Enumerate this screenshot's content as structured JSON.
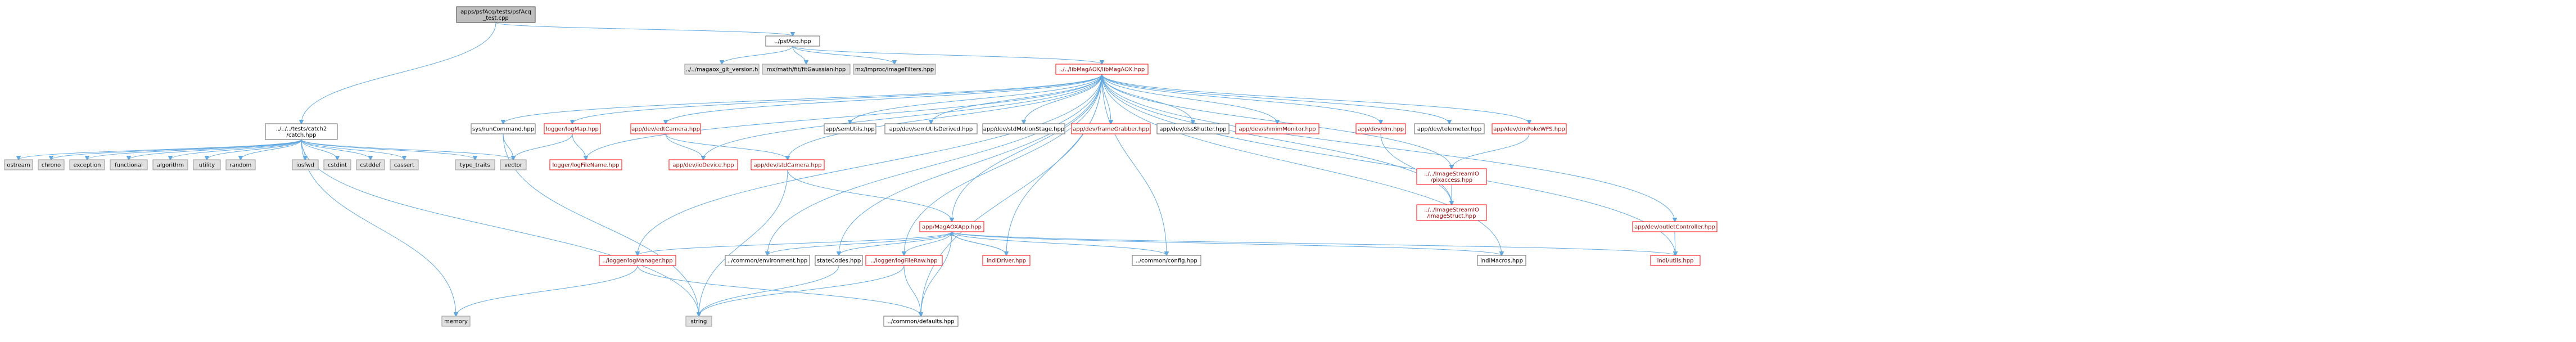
{
  "graph": {
    "colors": {
      "edge": "#63a9e0",
      "root_fill": "#bfbfbf",
      "root_border": "#404040",
      "normal_fill": "#ffffff",
      "normal_border": "#666666",
      "missing_fill": "#e0e0e0",
      "missing_border": "#999999",
      "broken_fill": "#ffffff",
      "broken_border": "#ff0000",
      "broken_text": "#990000",
      "text": "#000000"
    },
    "nodes": [
      {
        "id": "root",
        "lines": [
          "apps/psfAcq/tests/psfAcq",
          "_test.cpp"
        ],
        "kind": "root"
      },
      {
        "id": "psfacq",
        "lines": [
          "../psfAcq.hpp"
        ],
        "kind": "normal"
      },
      {
        "id": "catch",
        "lines": [
          "../../../tests/catch2",
          "/catch.hpp"
        ],
        "kind": "normal"
      },
      {
        "id": "git",
        "lines": [
          "../../magaox_git_version.h"
        ],
        "kind": "missing"
      },
      {
        "id": "fitgauss",
        "lines": [
          "mx/math/fit/fitGaussian.hpp"
        ],
        "kind": "missing"
      },
      {
        "id": "imfilt",
        "lines": [
          "mx/improc/imageFilters.hpp"
        ],
        "kind": "missing"
      },
      {
        "id": "libmag",
        "lines": [
          "../../libMagAOX/libMagAOX.hpp"
        ],
        "kind": "broken"
      },
      {
        "id": "ostream",
        "lines": [
          "ostream"
        ],
        "kind": "missing"
      },
      {
        "id": "chrono",
        "lines": [
          "chrono"
        ],
        "kind": "missing"
      },
      {
        "id": "exception",
        "lines": [
          "exception"
        ],
        "kind": "missing"
      },
      {
        "id": "functional",
        "lines": [
          "functional"
        ],
        "kind": "missing"
      },
      {
        "id": "algorithm",
        "lines": [
          "algorithm"
        ],
        "kind": "missing"
      },
      {
        "id": "utility",
        "lines": [
          "utility"
        ],
        "kind": "missing"
      },
      {
        "id": "random",
        "lines": [
          "random"
        ],
        "kind": "missing"
      },
      {
        "id": "iosfwd",
        "lines": [
          "iosfwd"
        ],
        "kind": "missing"
      },
      {
        "id": "cstdint",
        "lines": [
          "cstdint"
        ],
        "kind": "missing"
      },
      {
        "id": "cstddef",
        "lines": [
          "cstddef"
        ],
        "kind": "missing"
      },
      {
        "id": "cassert",
        "lines": [
          "cassert"
        ],
        "kind": "missing"
      },
      {
        "id": "typetraits",
        "lines": [
          "type_traits"
        ],
        "kind": "missing"
      },
      {
        "id": "vector",
        "lines": [
          "vector"
        ],
        "kind": "missing"
      },
      {
        "id": "memory",
        "lines": [
          "memory"
        ],
        "kind": "missing"
      },
      {
        "id": "string",
        "lines": [
          "string"
        ],
        "kind": "missing"
      },
      {
        "id": "syscmd",
        "lines": [
          "sys/runCommand.hpp"
        ],
        "kind": "normal"
      },
      {
        "id": "logmap",
        "lines": [
          "logger/logMap.hpp"
        ],
        "kind": "broken"
      },
      {
        "id": "logfilename",
        "lines": [
          "logger/logFileName.hpp"
        ],
        "kind": "broken"
      },
      {
        "id": "edtcam",
        "lines": [
          "app/dev/edtCamera.hpp"
        ],
        "kind": "broken"
      },
      {
        "id": "iodevice",
        "lines": [
          "app/dev/ioDevice.hpp"
        ],
        "kind": "broken"
      },
      {
        "id": "stdcamera",
        "lines": [
          "app/dev/stdCamera.hpp"
        ],
        "kind": "broken"
      },
      {
        "id": "semutils",
        "lines": [
          "app/semUtils.hpp"
        ],
        "kind": "normal"
      },
      {
        "id": "semderived",
        "lines": [
          "app/dev/semUtilsDerived.hpp"
        ],
        "kind": "normal"
      },
      {
        "id": "stdmotion",
        "lines": [
          "app/dev/stdMotionStage.hpp"
        ],
        "kind": "normal"
      },
      {
        "id": "framegrab",
        "lines": [
          "app/dev/frameGrabber.hpp"
        ],
        "kind": "broken"
      },
      {
        "id": "dssshutter",
        "lines": [
          "app/dev/dssShutter.hpp"
        ],
        "kind": "normal"
      },
      {
        "id": "shmim",
        "lines": [
          "app/dev/shmimMonitor.hpp"
        ],
        "kind": "broken"
      },
      {
        "id": "dm",
        "lines": [
          "app/dev/dm.hpp"
        ],
        "kind": "broken"
      },
      {
        "id": "telemeter",
        "lines": [
          "app/dev/telemeter.hpp"
        ],
        "kind": "normal"
      },
      {
        "id": "dmpoke",
        "lines": [
          "app/dev/dmPokeWFS.hpp"
        ],
        "kind": "broken"
      },
      {
        "id": "pixaccess",
        "lines": [
          "../../ImageStreamIO",
          "/pixaccess.hpp"
        ],
        "kind": "broken"
      },
      {
        "id": "imgstruct",
        "lines": [
          "../../ImageStreamIO",
          "/ImageStruct.hpp"
        ],
        "kind": "broken"
      },
      {
        "id": "outlet",
        "lines": [
          "app/dev/outletController.hpp"
        ],
        "kind": "broken"
      },
      {
        "id": "indiutils",
        "lines": [
          "indi/utils.hpp"
        ],
        "kind": "broken"
      },
      {
        "id": "magaoxapp",
        "lines": [
          "app/MagAOXApp.hpp"
        ],
        "kind": "broken"
      },
      {
        "id": "logmanager",
        "lines": [
          "../logger/logManager.hpp"
        ],
        "kind": "broken"
      },
      {
        "id": "environment",
        "lines": [
          "../common/environment.hpp"
        ],
        "kind": "normal"
      },
      {
        "id": "statecodes",
        "lines": [
          "stateCodes.hpp"
        ],
        "kind": "normal"
      },
      {
        "id": "logfileraw",
        "lines": [
          "../logger/logFileRaw.hpp"
        ],
        "kind": "broken"
      },
      {
        "id": "indidriver",
        "lines": [
          "indiDriver.hpp"
        ],
        "kind": "broken"
      },
      {
        "id": "config",
        "lines": [
          "../common/config.hpp"
        ],
        "kind": "normal"
      },
      {
        "id": "indimacros",
        "lines": [
          "indiMacros.hpp"
        ],
        "kind": "normal"
      },
      {
        "id": "defaults",
        "lines": [
          "../common/defaults.hpp"
        ],
        "kind": "normal"
      }
    ],
    "edges": [
      [
        "root",
        "psfacq"
      ],
      [
        "root",
        "catch"
      ],
      [
        "psfacq",
        "git"
      ],
      [
        "psfacq",
        "fitgauss"
      ],
      [
        "psfacq",
        "imfilt"
      ],
      [
        "psfacq",
        "libmag"
      ],
      [
        "catch",
        "ostream"
      ],
      [
        "catch",
        "chrono"
      ],
      [
        "catch",
        "exception"
      ],
      [
        "catch",
        "functional"
      ],
      [
        "catch",
        "algorithm"
      ],
      [
        "catch",
        "utility"
      ],
      [
        "catch",
        "random"
      ],
      [
        "catch",
        "iosfwd"
      ],
      [
        "catch",
        "cstdint"
      ],
      [
        "catch",
        "cstddef"
      ],
      [
        "catch",
        "cassert"
      ],
      [
        "catch",
        "typetraits"
      ],
      [
        "catch",
        "vector"
      ],
      [
        "catch",
        "memory"
      ],
      [
        "catch",
        "string"
      ],
      [
        "libmag",
        "syscmd"
      ],
      [
        "libmag",
        "logmap"
      ],
      [
        "libmag",
        "logfilename"
      ],
      [
        "libmag",
        "edtcam"
      ],
      [
        "libmag",
        "iodevice"
      ],
      [
        "libmag",
        "stdcamera"
      ],
      [
        "libmag",
        "semutils"
      ],
      [
        "libmag",
        "semderived"
      ],
      [
        "libmag",
        "stdmotion"
      ],
      [
        "libmag",
        "framegrab"
      ],
      [
        "libmag",
        "dssshutter"
      ],
      [
        "libmag",
        "shmim"
      ],
      [
        "libmag",
        "dm"
      ],
      [
        "libmag",
        "telemeter"
      ],
      [
        "libmag",
        "dmpoke"
      ],
      [
        "libmag",
        "pixaccess"
      ],
      [
        "libmag",
        "imgstruct"
      ],
      [
        "libmag",
        "outlet"
      ],
      [
        "libmag",
        "indiutils"
      ],
      [
        "libmag",
        "magaoxapp"
      ],
      [
        "libmag",
        "logmanager"
      ],
      [
        "libmag",
        "environment"
      ],
      [
        "libmag",
        "statecodes"
      ],
      [
        "libmag",
        "logfileraw"
      ],
      [
        "libmag",
        "indidriver"
      ],
      [
        "libmag",
        "config"
      ],
      [
        "libmag",
        "indimacros"
      ],
      [
        "libmag",
        "defaults"
      ],
      [
        "syscmd",
        "vector"
      ],
      [
        "syscmd",
        "string"
      ],
      [
        "logmap",
        "logfilename"
      ],
      [
        "logmap",
        "vector"
      ],
      [
        "edtcam",
        "iodevice"
      ],
      [
        "edtcam",
        "stdcamera"
      ],
      [
        "stdcamera",
        "magaoxapp"
      ],
      [
        "stdcamera",
        "string"
      ],
      [
        "dm",
        "imgstruct"
      ],
      [
        "dmpoke",
        "pixaccess"
      ],
      [
        "pixaccess",
        "imgstruct"
      ],
      [
        "outlet",
        "indiutils"
      ],
      [
        "magaoxapp",
        "logmanager"
      ],
      [
        "magaoxapp",
        "environment"
      ],
      [
        "magaoxapp",
        "statecodes"
      ],
      [
        "magaoxapp",
        "logfileraw"
      ],
      [
        "magaoxapp",
        "indidriver"
      ],
      [
        "magaoxapp",
        "config"
      ],
      [
        "magaoxapp",
        "indimacros"
      ],
      [
        "magaoxapp",
        "indiutils"
      ],
      [
        "magaoxapp",
        "defaults"
      ],
      [
        "logmanager",
        "memory"
      ],
      [
        "logmanager",
        "defaults"
      ],
      [
        "statecodes",
        "string"
      ],
      [
        "logfileraw",
        "string"
      ],
      [
        "logfileraw",
        "defaults"
      ],
      [
        "indidriver",
        "magaoxapp"
      ]
    ]
  }
}
